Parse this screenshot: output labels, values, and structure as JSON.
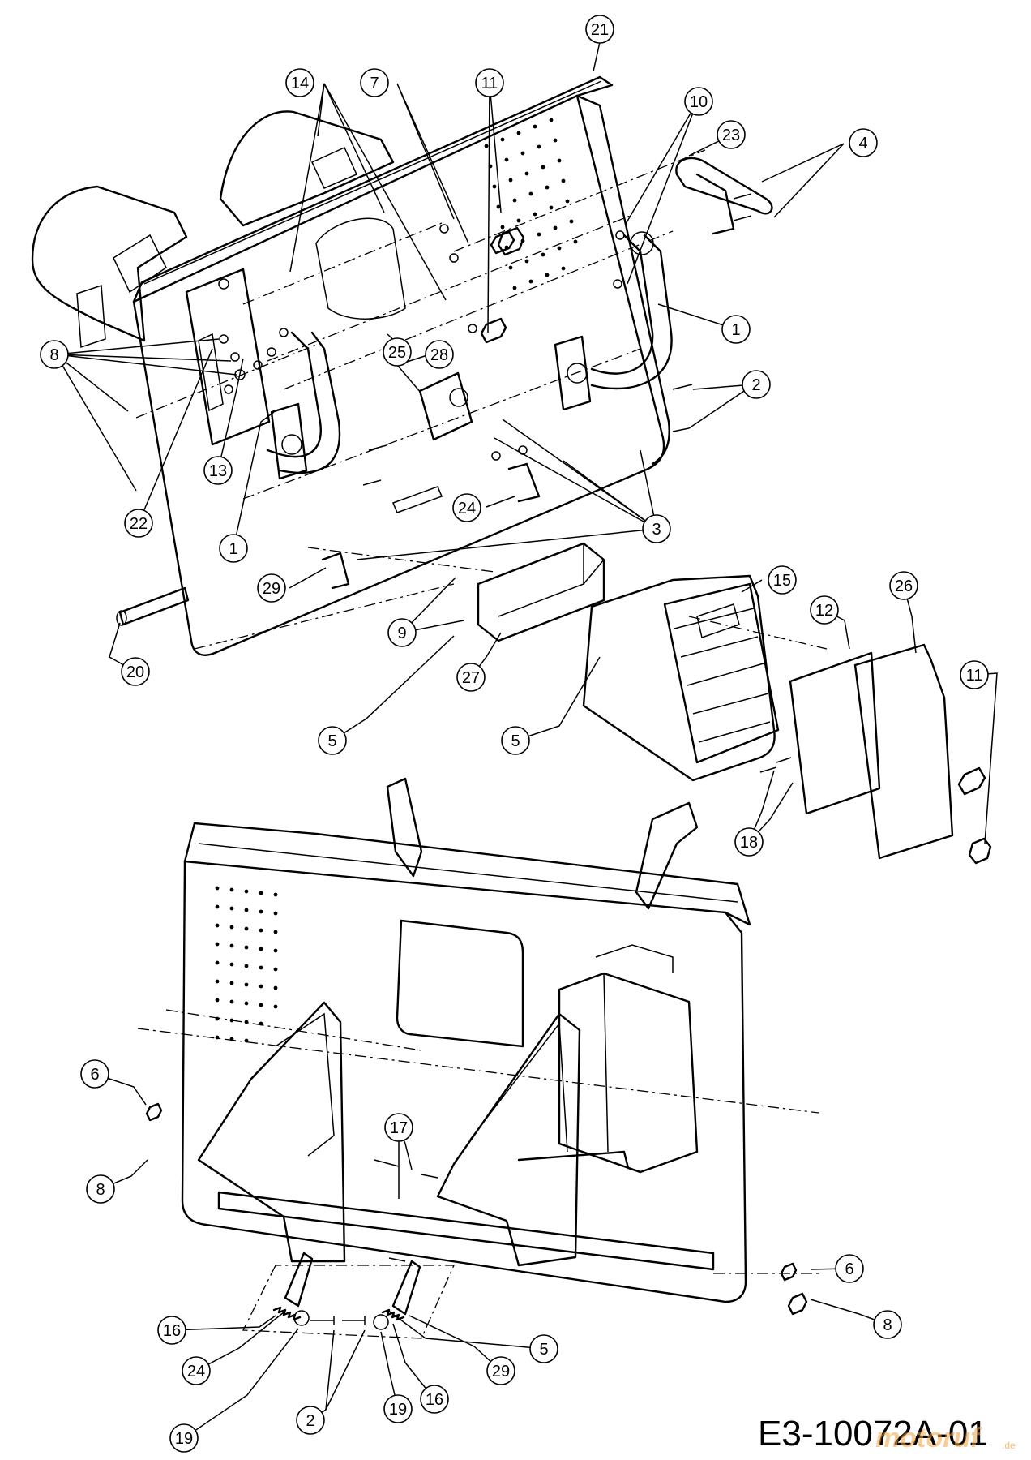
{
  "figure_code": "E3-10072A-01",
  "watermark": {
    "text": "motoruf",
    "suffix": ".de",
    "color": "#f3a340"
  },
  "callouts": [
    {
      "label": "21"
    },
    {
      "label": "14"
    },
    {
      "label": "7"
    },
    {
      "label": "11"
    },
    {
      "label": "10"
    },
    {
      "label": "23"
    },
    {
      "label": "4"
    },
    {
      "label": "8"
    },
    {
      "label": "1"
    },
    {
      "label": "2"
    },
    {
      "label": "28"
    },
    {
      "label": "25"
    },
    {
      "label": "13"
    },
    {
      "label": "22"
    },
    {
      "label": "24"
    },
    {
      "label": "3"
    },
    {
      "label": "1"
    },
    {
      "label": "29"
    },
    {
      "label": "15"
    },
    {
      "label": "12"
    },
    {
      "label": "26"
    },
    {
      "label": "11"
    },
    {
      "label": "9"
    },
    {
      "label": "20"
    },
    {
      "label": "27"
    },
    {
      "label": "5"
    },
    {
      "label": "5"
    },
    {
      "label": "18"
    },
    {
      "label": "6"
    },
    {
      "label": "17"
    },
    {
      "label": "8"
    },
    {
      "label": "6"
    },
    {
      "label": "8"
    },
    {
      "label": "16"
    },
    {
      "label": "5"
    },
    {
      "label": "24"
    },
    {
      "label": "29"
    },
    {
      "label": "19"
    },
    {
      "label": "16"
    },
    {
      "label": "19"
    },
    {
      "label": "2"
    }
  ]
}
